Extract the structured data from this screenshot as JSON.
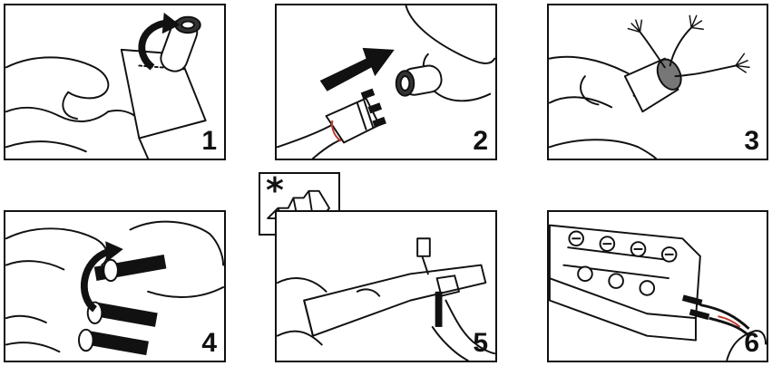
{
  "steps": [
    {
      "number": "1"
    },
    {
      "number": "2"
    },
    {
      "number": "3"
    },
    {
      "number": "4"
    },
    {
      "number": "5"
    },
    {
      "number": "6"
    }
  ],
  "inset": {
    "symbol": "*"
  },
  "icons": {
    "step1": "twist-sheath-icon",
    "step2": "push-arrow-icon",
    "step3": "frayed-wires-icon",
    "step4": "ferrule-rotate-icon",
    "step5": "crimp-tool-icon",
    "step6": "terminal-block-icon"
  },
  "colors": {
    "stroke": "#111111",
    "accent": "#c0392b"
  }
}
